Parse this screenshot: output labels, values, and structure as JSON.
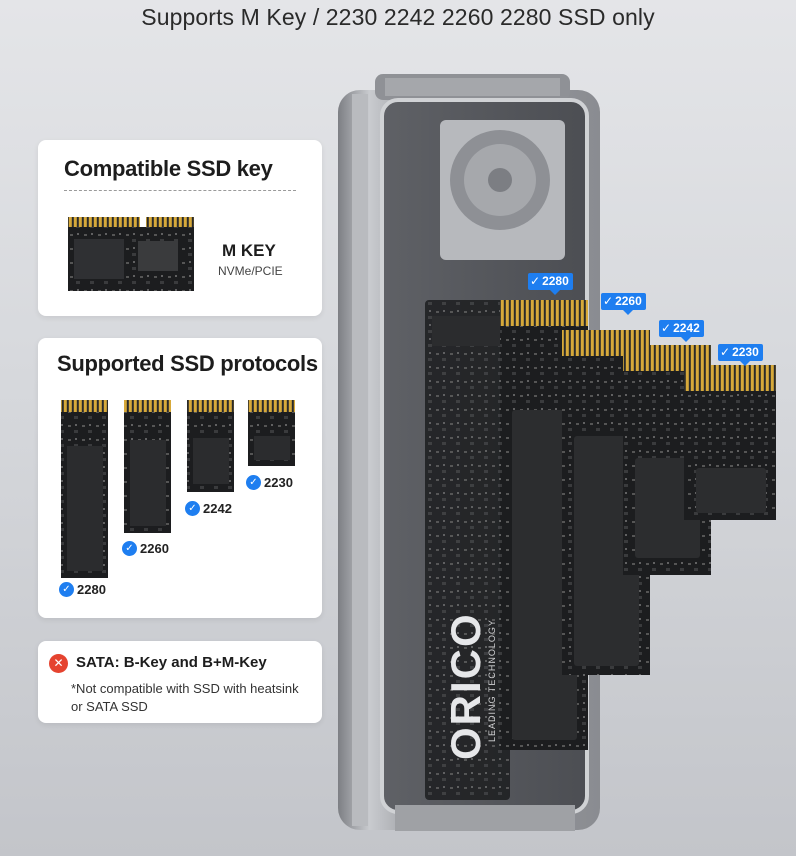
{
  "headline": "Supports M Key / 2230 2242 2260 2280 SSD only",
  "compatible_card": {
    "title": "Compatible SSD key",
    "key_name": "M KEY",
    "key_protocol": "NVMe/PCIE"
  },
  "protocols_card": {
    "title": "Supported SSD protocols",
    "sizes": [
      "2280",
      "2260",
      "2242",
      "2230"
    ]
  },
  "sata_card": {
    "title": "SATA: B-Key and B+M-Key",
    "note": "*Not compatible with SSD with heatsink or SATA SSD"
  },
  "enclosure": {
    "brand": "ORICO",
    "brand_sub": "LEADING TECHNOLOGY"
  },
  "size_tags": [
    "2280",
    "2260",
    "2242",
    "2230"
  ],
  "colors": {
    "accent": "#1e7ef0",
    "error": "#e5432f"
  }
}
